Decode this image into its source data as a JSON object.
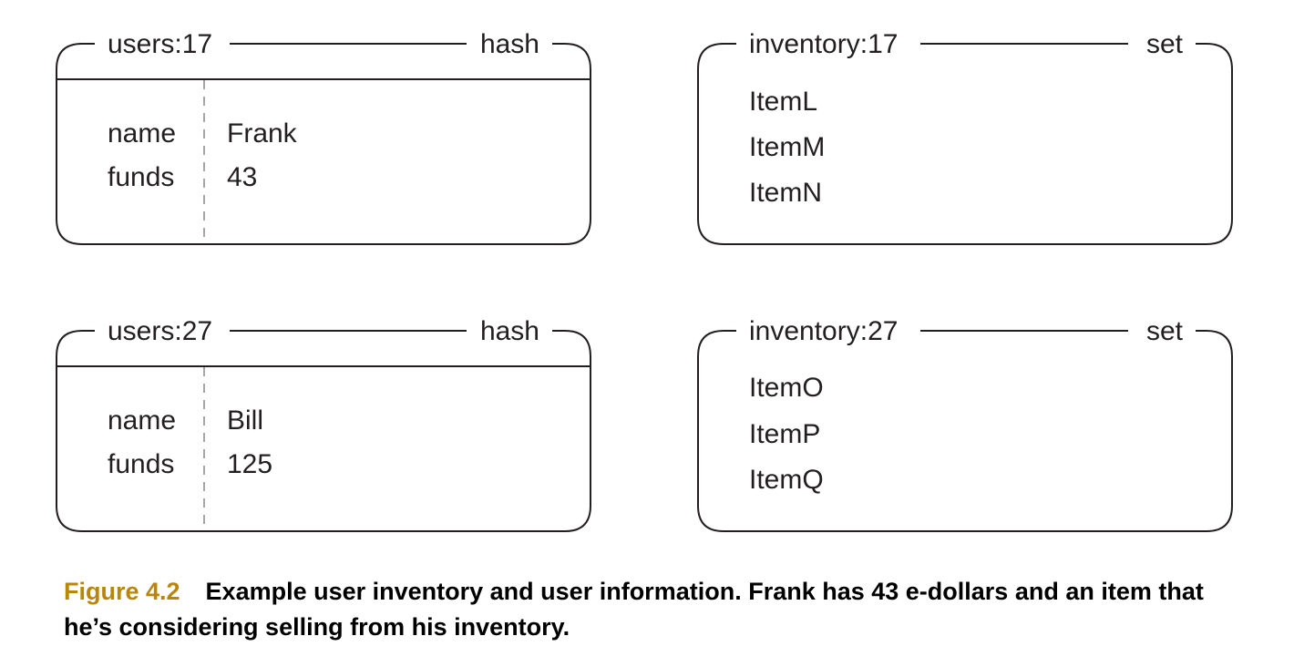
{
  "diagram": {
    "boxes": [
      {
        "key": "users:17",
        "type": "hash",
        "fields": [
          {
            "field": "name",
            "value": "Frank"
          },
          {
            "field": "funds",
            "value": "43"
          }
        ]
      },
      {
        "key": "inventory:17",
        "type": "set",
        "members": [
          "ItemL",
          "ItemM",
          "ItemN"
        ]
      },
      {
        "key": "users:27",
        "type": "hash",
        "fields": [
          {
            "field": "name",
            "value": "Bill"
          },
          {
            "field": "funds",
            "value": "125"
          }
        ]
      },
      {
        "key": "inventory:27",
        "type": "set",
        "members": [
          "ItemO",
          "ItemP",
          "ItemQ"
        ]
      }
    ]
  },
  "caption": {
    "figure_number": "Figure 4.2",
    "text": "Example user inventory and user information. Frank has 43 e-dollars and an item that he’s considering selling from his inventory."
  },
  "colors": {
    "caption_number": "#b8860b",
    "ink": "#231f20",
    "divider": "#888888"
  }
}
